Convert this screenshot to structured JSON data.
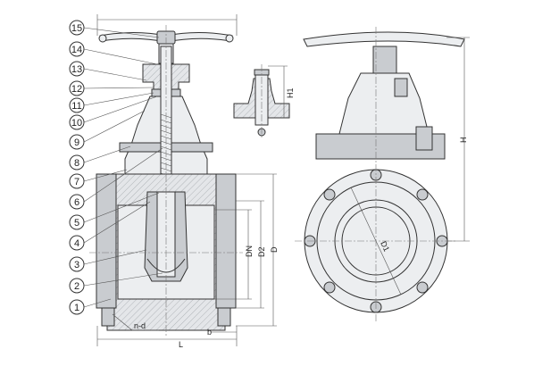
{
  "callouts": [
    "15",
    "14",
    "13",
    "12",
    "11",
    "10",
    "9",
    "8",
    "7",
    "6",
    "5",
    "4",
    "3",
    "2",
    "1"
  ],
  "dimensions": {
    "dn": "DN",
    "d2": "D2",
    "d": "D",
    "h": "H",
    "h1": "H1",
    "d1": "D1",
    "l": "L",
    "b": "b",
    "nd": "n-d"
  },
  "colors": {
    "line": "#333333",
    "body_fill": "#eceef0",
    "dark_fill": "#c9ccd0",
    "background": "#ffffff"
  }
}
